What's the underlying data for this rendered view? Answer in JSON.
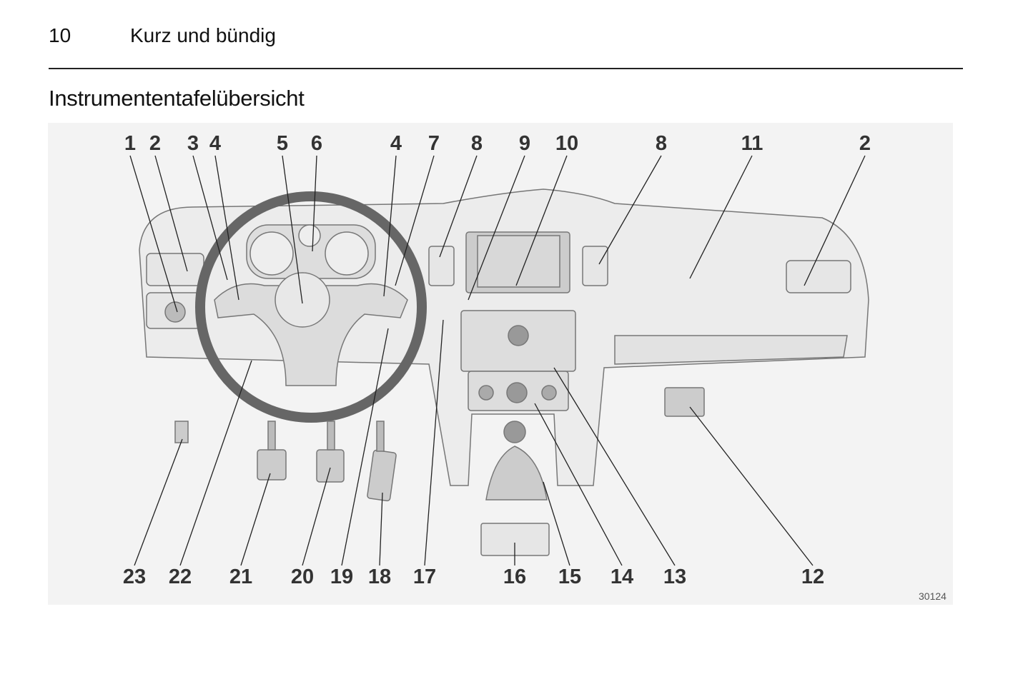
{
  "header": {
    "page_number": "10",
    "section_title": "Kurz und bündig"
  },
  "heading": "Instrumententafelübersicht",
  "figure": {
    "top_labels": [
      "1",
      "2",
      "3",
      "4",
      "5",
      "6",
      "4",
      "7",
      "8",
      "9",
      "10",
      "8",
      "11",
      "2"
    ],
    "bottom_labels": [
      "23",
      "22",
      "21",
      "20",
      "19",
      "18",
      "17",
      "16",
      "15",
      "14",
      "13",
      "12"
    ],
    "figure_id": "30124"
  }
}
